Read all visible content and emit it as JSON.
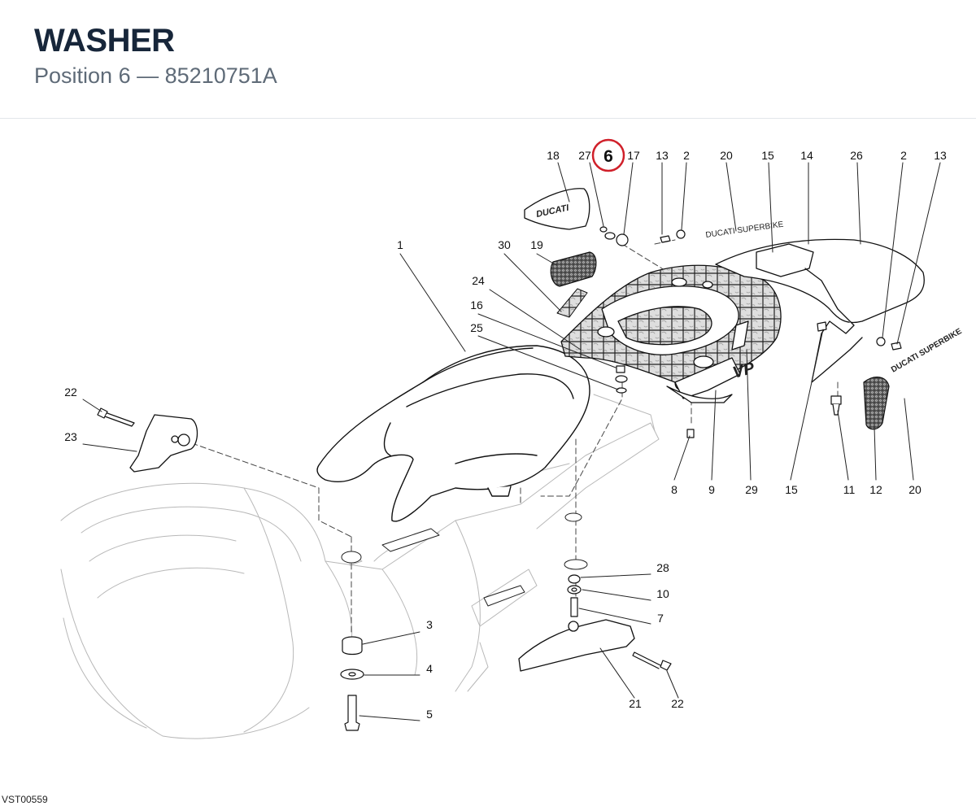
{
  "header": {
    "title": "WASHER",
    "position_label": "Position",
    "position_number": "6",
    "separator": "—",
    "part_number": "85210751A"
  },
  "highlight": {
    "callout": "6",
    "color": "#d0202a"
  },
  "callouts": [
    "18",
    "27",
    "17",
    "13",
    "2",
    "20",
    "15",
    "14",
    "26",
    "2",
    "13",
    "1",
    "30",
    "19",
    "24",
    "16",
    "25",
    "22",
    "23",
    "8",
    "9",
    "29",
    "15",
    "11",
    "12",
    "20",
    "28",
    "10",
    "7",
    "3",
    "4",
    "5",
    "21",
    "22"
  ],
  "decals": {
    "seat_badge": "DUCATI",
    "logo_top": "DUCATI SUPERBIKE",
    "logo_side": "DUCATI SUPERBIKE",
    "vp": "VP"
  },
  "footer": {
    "code": "VST00559"
  }
}
